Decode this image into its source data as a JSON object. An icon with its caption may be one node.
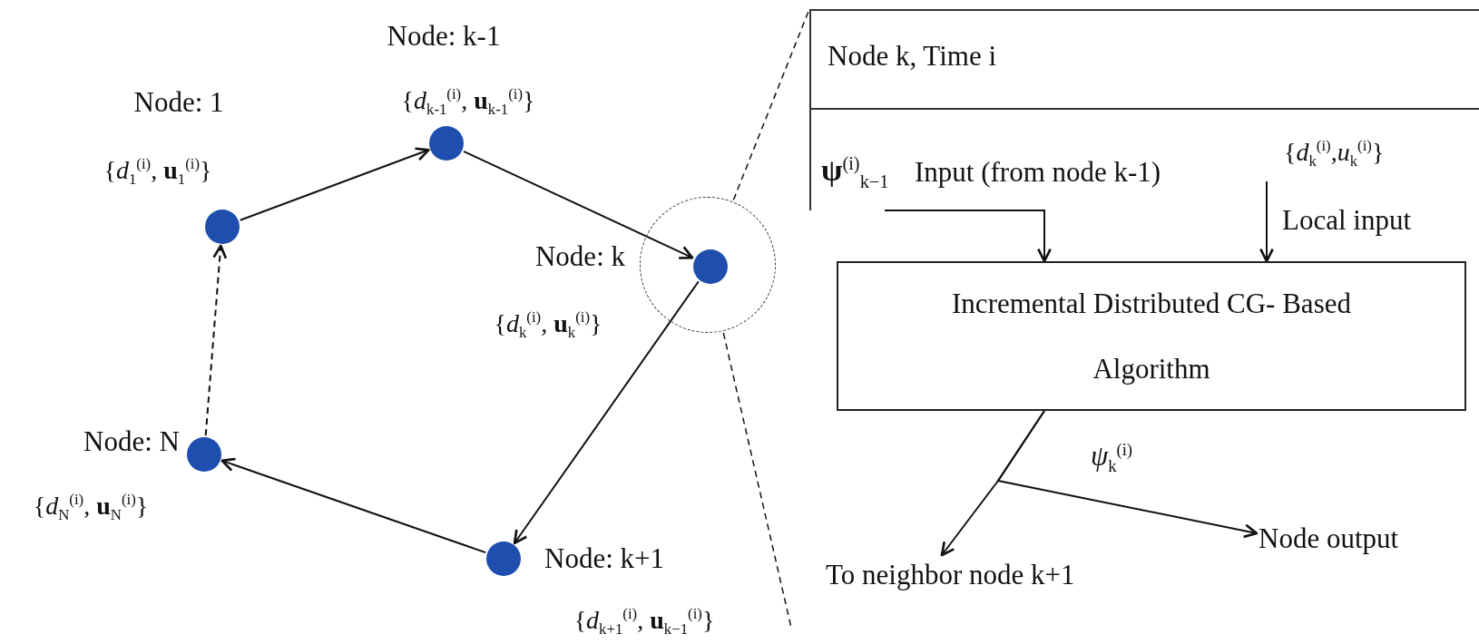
{
  "diagram": {
    "nodes": [
      {
        "text": [
          "Node: 1",
          "{*d*$_{1}$$^{(i)}$, **u**$_{1}$$^{(i)}$}"
        ]
      },
      {
        "text": [
          "Node: k-1",
          "{*d*$_{k-1}$$^{(i)}$, **u**$_{k-1}$$^{(i)}$}"
        ]
      },
      {
        "text": [
          "Node: k",
          "{*d*$_{k}$$^{(i)}$, **u**$_{k}$$^{(i)}$}"
        ],
        "in": 5
      },
      {
        "text": [
          "Node: k+1",
          "{*d*$_{k+1}$$^{(i)}$, **u**$_{k−1}$$^{(i)}$}"
        ]
      },
      {
        "text": [
          "Node: N",
          "{*d*$_{N}$$^{(i)}$, **u**$_{N}$$^{(i)}$}"
        ]
      },
      {
        "text": [],
        "shape": "circle"
      },
      {
        "text": [
          "Node k, Time i"
        ]
      },
      {
        "text": [
          "Incremental Distributed CG- Based Algorithm"
        ]
      },
      {
        "text": [
          "**ψ**$^{(i)}$$_{k−1}$",
          "Input (from node k-1)"
        ]
      },
      {
        "text": [
          "{*d*$_{k}$$^{(i)}$,*u*$_{k}$$^{(i)}$}"
        ]
      },
      {
        "text": [
          "To neighbor node k+1"
        ]
      },
      {
        "text": [
          "Node output"
        ]
      }
    ],
    "edges": [
      {
        "from": 0,
        "to": 1,
        "arrow": "to"
      },
      {
        "from": 1,
        "to": 2,
        "arrow": "to"
      },
      {
        "from": 2,
        "to": 3,
        "arrow": "to"
      },
      {
        "from": 3,
        "to": 4,
        "arrow": "to"
      },
      {
        "from": 4,
        "to": 0,
        "arrow": "to",
        "style": "dashed"
      },
      {
        "from": 5,
        "to": 6,
        "arrow": "none",
        "style": "dashed"
      },
      {
        "from": 5,
        "to": null,
        "arrow": "none",
        "style": "dashed"
      },
      {
        "from": 8,
        "to": 7,
        "arrow": "to"
      },
      {
        "from": 9,
        "to": 7,
        "arrow": "to",
        "label": "Local input"
      },
      {
        "from": 7,
        "to": 10,
        "arrow": "to",
        "label": "*ψ*$_{k}$$^{(i)}$"
      },
      {
        "from": 7,
        "to": 11,
        "arrow": "to"
      }
    ]
  }
}
